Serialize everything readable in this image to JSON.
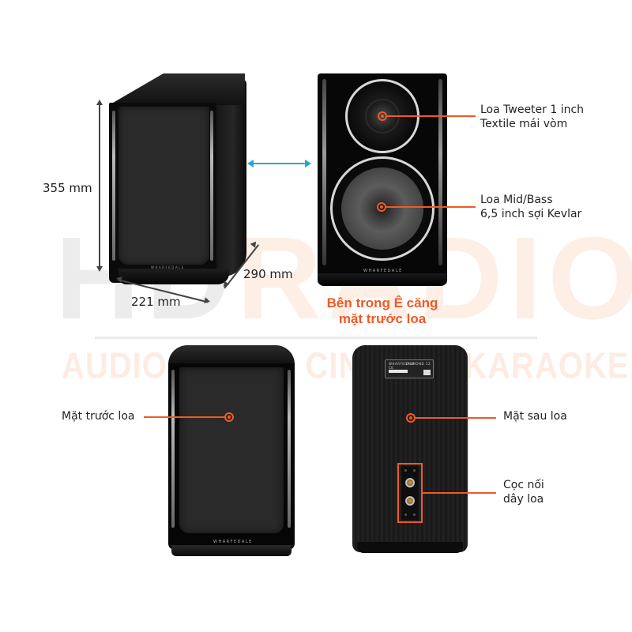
{
  "watermark": {
    "brand_gray": "HD",
    "brand_orange": "RADIO",
    "tagline": "AUDIO - HOME CINEMA - KARAOKE"
  },
  "dimensions": {
    "height": "355 mm",
    "width": "221 mm",
    "depth": "290 mm"
  },
  "speaker_brand": "WHARFEDALE",
  "rear_label": {
    "brand": "WHARFEDALE",
    "model": "DIAMOND 12",
    "marks": "CE"
  },
  "callouts": {
    "tweeter": {
      "line1": "Loa Tweeter 1 inch",
      "line2": "Textile mái vòm"
    },
    "woofer": {
      "line1": "Loa Mid/Bass",
      "line2": "6,5 inch sợi Kevlar"
    },
    "inside_caption": {
      "line1": "Bên trong Ê căng",
      "line2": "mặt trước loa"
    },
    "front": "Mặt trước loa",
    "rear": "Mặt sau loa",
    "terminals": {
      "line1": "Cọc nối",
      "line2": "dây loa"
    }
  },
  "colors": {
    "accent": "#ef5a24",
    "comparison_arrow": "#29a3dc",
    "dimension_arrow": "#444444"
  }
}
